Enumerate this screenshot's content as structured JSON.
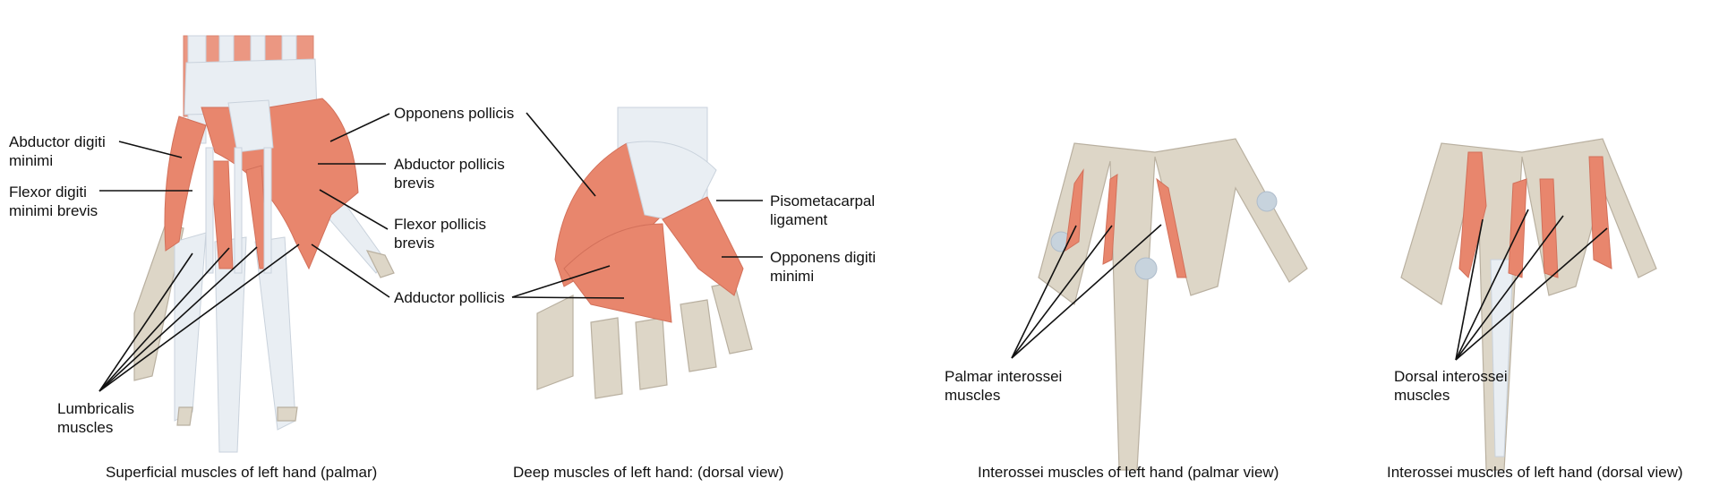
{
  "panels": [
    {
      "caption": "Superficial muscles of left hand (palmar)",
      "labels": [
        {
          "line1": "Abductor digiti",
          "line2": "minimi"
        },
        {
          "line1": "Flexor digiti",
          "line2": "minimi brevis"
        },
        {
          "line1": "Lumbricalis",
          "line2": "muscles"
        },
        {
          "line1": "Opponens pollicis"
        },
        {
          "line1": "Abductor pollicis",
          "line2": "brevis"
        },
        {
          "line1": "Flexor pollicis",
          "line2": "brevis"
        },
        {
          "line1": "Adductor pollicis"
        }
      ]
    },
    {
      "caption": "Deep muscles of left hand: (dorsal view)",
      "labels": [
        {
          "line1": "Pisometacarpal",
          "line2": "ligament"
        },
        {
          "line1": "Opponens digiti",
          "line2": "minimi"
        }
      ]
    },
    {
      "caption": "Interossei muscles of left hand (palmar view)",
      "labels": [
        {
          "line1": "Palmar interossei",
          "line2": "muscles"
        }
      ]
    },
    {
      "caption": "Interossei muscles of left hand (dorsal view)",
      "labels": [
        {
          "line1": "Dorsal interossei",
          "line2": "muscles"
        }
      ]
    }
  ],
  "colors": {
    "muscle": "#e8866d",
    "bone": "#ddd6c7",
    "tendon": "#e9eef3",
    "cartilage": "#c7d3dd"
  }
}
